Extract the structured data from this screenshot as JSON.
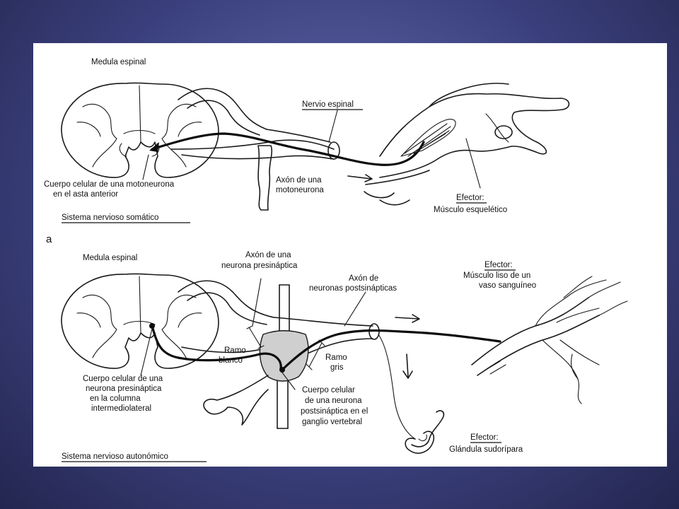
{
  "colors": {
    "background": "#3c417f",
    "panel": "#ffffff",
    "ink": "#111111"
  },
  "somatic": {
    "title_spinal_cord": "Medula espinal",
    "spinal_nerve": "Nervio espinal",
    "cell_body_line1": "Cuerpo celular de una motoneurona",
    "cell_body_line2": "en el asta anterior",
    "axon_line1": "Axón de una",
    "axon_line2": "motoneurona",
    "effector": "Efector:",
    "effector_line": "Músculo esquelético",
    "system_label": "Sistema nervioso somático",
    "panel_letter": "a"
  },
  "autonomic": {
    "title_spinal_cord": "Medula espinal",
    "pre_axon_line1": "Axón de una",
    "pre_axon_line2": "neurona presináptica",
    "post_axon_line1": "Axón de",
    "post_axon_line2": "neuronas postsinápticas",
    "effector1": "Efector:",
    "effector1_line1": "Músculo liso de un",
    "effector1_line2": "vaso sanguíneo",
    "ramo_blanco_line1": "Ramo",
    "ramo_blanco_line2": "blanco",
    "ramo_gris_line1": "Ramo",
    "ramo_gris_line2": "gris",
    "pre_cell_line1": "Cuerpo celular de una",
    "pre_cell_line2": "neurona presináptica",
    "pre_cell_line3": "en la columna",
    "pre_cell_line4": "intermediolateral",
    "post_cell_line1": "Cuerpo celular",
    "post_cell_line2": "de una neurona",
    "post_cell_line3": "postsináptica en el",
    "post_cell_line4": "ganglio vertebral",
    "effector2": "Efector:",
    "effector2_line": "Glándula sudorípara",
    "system_label": "Sistema nervioso autonómico"
  }
}
